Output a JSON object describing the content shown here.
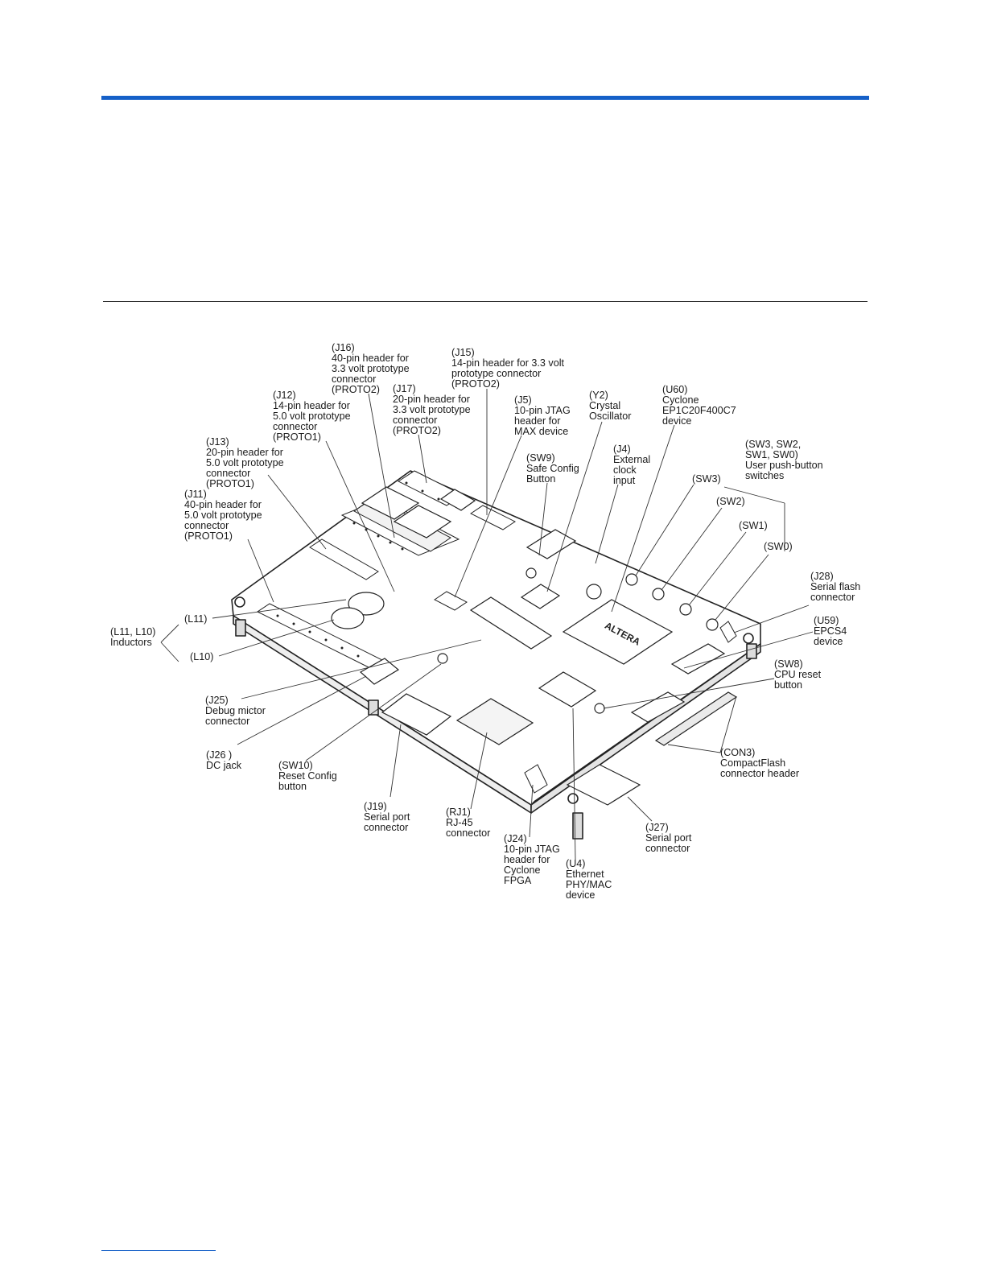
{
  "colors": {
    "rule": "#1560c8",
    "ink": "#1a1a1a"
  },
  "labels": {
    "j16": "(J16)\n40-pin header for\n3.3 volt prototype\nconnector\n(PROTO2)",
    "j15": "(J15)\n14-pin header for 3.3 volt\nprototype connector\n(PROTO2)",
    "j12": "(J12)\n14-pin header for\n5.0 volt prototype\nconnector\n(PROTO1)",
    "j17": "(J17)\n20-pin header for\n3.3 volt prototype\nconnector\n(PROTO2)",
    "j5": "(J5)\n10-pin JTAG\nheader for\nMAX device",
    "y2": "(Y2)\nCrystal\nOscillator",
    "u60": "(U60)\nCyclone\nEP1C20F400C7\ndevice",
    "j13": "(J13)\n20-pin header for\n5.0 volt prototype\nconnector\n(PROTO1)",
    "sw9": "(SW9)\nSafe Config\nButton",
    "j4": "(J4)\nExternal\nclock\ninput",
    "sw_group": "(SW3, SW2,\nSW1, SW0)\nUser push-button\nswitches",
    "j11": "(J11)\n40-pin header for\n5.0 volt prototype\nconnector\n(PROTO1)",
    "sw3": "(SW3)",
    "sw2": "(SW2)",
    "sw1": "(SW1)",
    "sw0": "(SW0)",
    "j28": "(J28)\nSerial flash\nconnector",
    "l11": "(L11)",
    "l11_l10": "(L11, L10)\nInductors",
    "l10": "(L10)",
    "u59": "(U59)\nEPCS4\ndevice",
    "sw8": "(SW8)\nCPU reset\nbutton",
    "j25": "(J25)\nDebug mictor\nconnector",
    "j26": "(J26 )\nDC jack",
    "sw10": "(SW10)\nReset Config\nbutton",
    "con3": "(CON3)\nCompactFlash\nconnector header",
    "j19": "(J19)\nSerial port\nconnector",
    "rj1": "(RJ1)\nRJ-45\nconnector",
    "j27": "(J27)\nSerial port\nconnector",
    "j24": "(J24)\n10-pin JTAG\nheader for\nCyclone\nFPGA",
    "u4": "(U4)\nEthernet\nPHY/MAC\ndevice",
    "chip_brand": "ALTERA"
  }
}
